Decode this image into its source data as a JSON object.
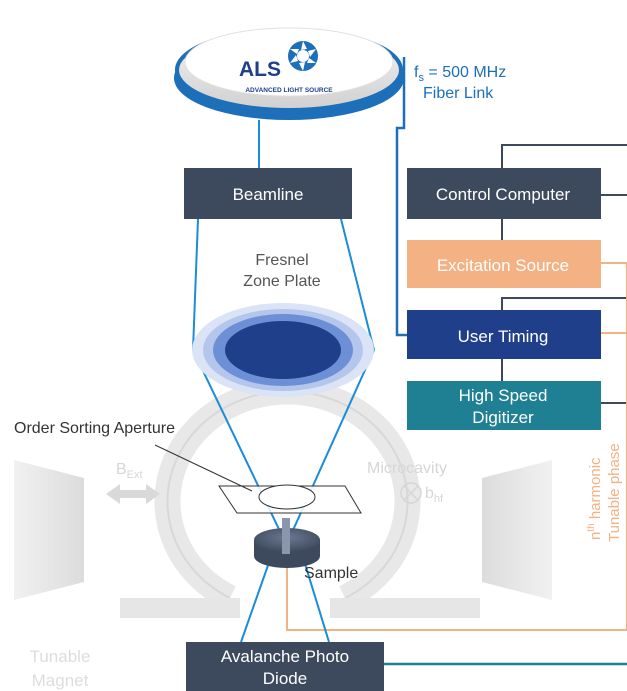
{
  "logo": {
    "name": "ALS",
    "subtitle": "ADVANCED LIGHT SOURCE"
  },
  "fiber_link": {
    "line1_prefix": "f",
    "line1_sub": "s",
    "line1_suffix": " = 500 MHz",
    "line2": "Fiber Link"
  },
  "boxes": {
    "beamline": "Beamline",
    "control_computer": "Control Computer",
    "excitation_source": "Excitation Source",
    "user_timing": "User Timing",
    "digitizer_line1": "High Speed",
    "digitizer_line2": "Digitizer",
    "photodiode_line1": "Avalanche Photo",
    "photodiode_line2": "Diode"
  },
  "labels": {
    "zone_plate_line1": "Fresnel",
    "zone_plate_line2": "Zone Plate",
    "order_sorting_aperture": "Order Sorting Aperture",
    "sample": "Sample",
    "b_ext_main": "B",
    "b_ext_sub": "Ext",
    "microcavity": "Microcavity",
    "b_hf_main": "b",
    "b_hf_sub": "hf",
    "tunable": "Tunable",
    "magnet": "Magnet",
    "harmonic_prefix": "n",
    "harmonic_sup": "th",
    "harmonic_suffix": " harmonic",
    "tunable_phase": "Tunable phase"
  },
  "colors": {
    "dark_box": "#3d4a5e",
    "excitation": "#f4b183",
    "user_timing": "#1f3f8a",
    "digitizer": "#1f7f93",
    "beam_blue": "#1a8cd8",
    "fiber_blue": "#1c6fb8",
    "orange_line": "#f4b183",
    "gray_line": "#3d4a5e",
    "ghost_gray": "#e3e3e3"
  }
}
